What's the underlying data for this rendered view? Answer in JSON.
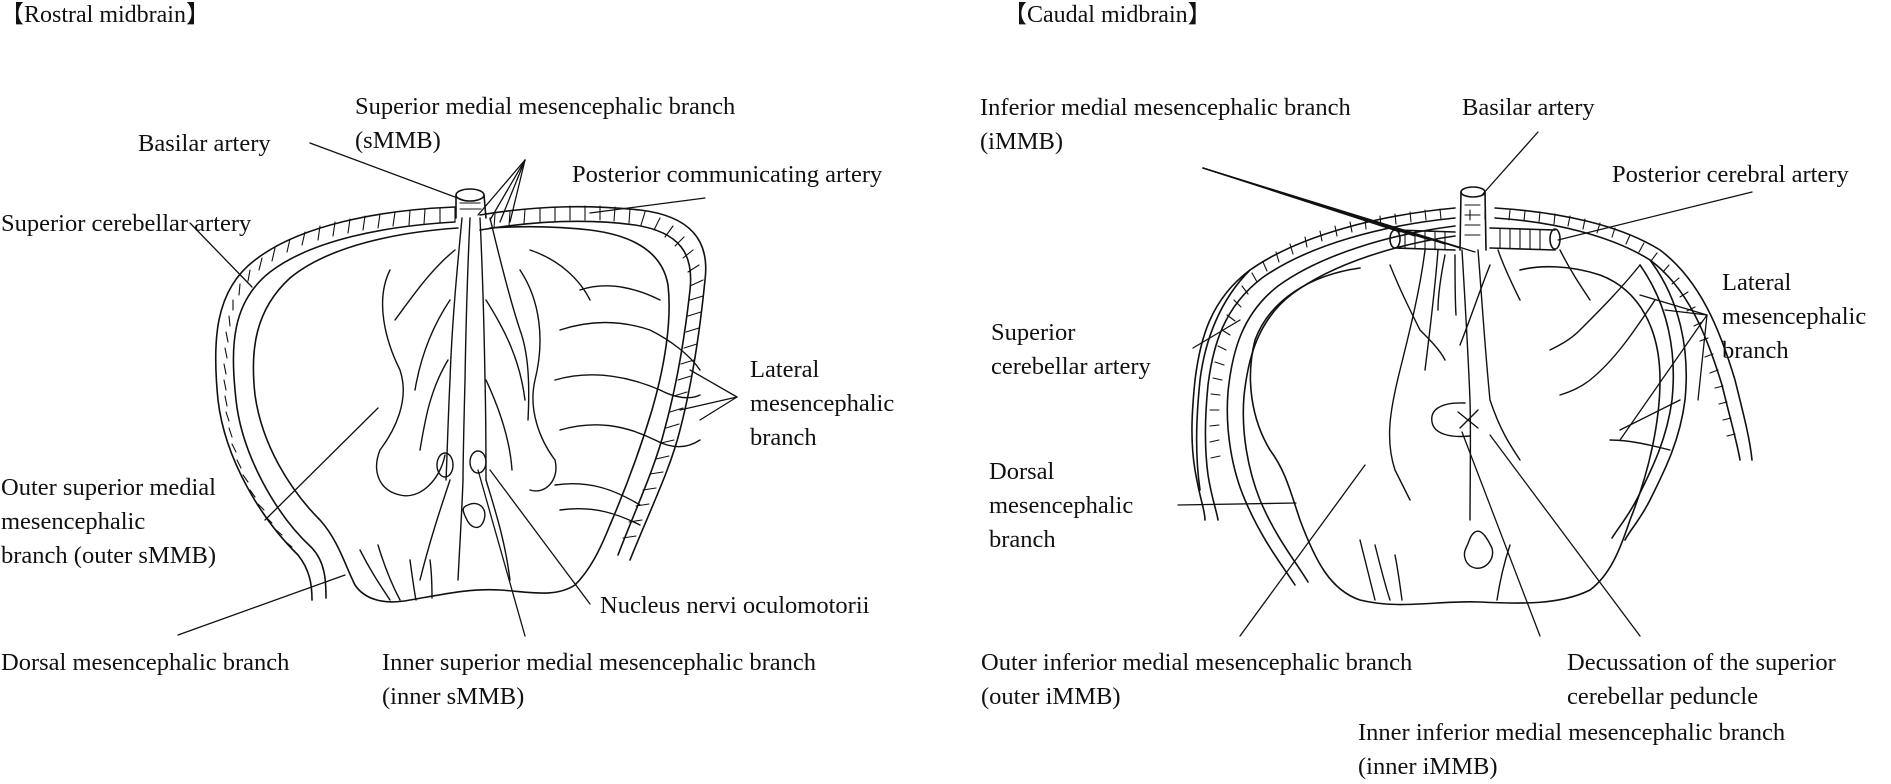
{
  "panels": [
    {
      "title": "【Rostral midbrain】",
      "labels": {
        "smmb": "Superior medial mesencephalic branch\n(sMMB)",
        "basilar": "Basilar artery",
        "pcomm": "Posterior communicating artery",
        "sca": "Superior cerebellar artery",
        "lateral": "Lateral\nmesencephalic\nbranch",
        "outer_smmb": "Outer superior medial\nmesencephalic\nbranch (outer sMMB)",
        "nucleus": "Nucleus nervi oculomotorii",
        "dorsal": "Dorsal mesencephalic branch",
        "inner_smmb": "Inner superior medial mesencephalic branch\n(inner sMMB)"
      }
    },
    {
      "title": "【Caudal midbrain】",
      "labels": {
        "immb": "Inferior medial mesencephalic branch\n(iMMB)",
        "basilar": "Basilar artery",
        "pca": "Posterior cerebral artery",
        "sca": "Superior\ncerebellar artery",
        "lateral": "Lateral\nmesencephalic\nbranch",
        "dorsal": "Dorsal\nmesencephalic\nbranch",
        "outer_immb": "Outer inferior medial mesencephalic branch\n(outer iMMB)",
        "decussation": "Decussation of the superior\ncerebellar peduncle",
        "inner_immb": "Inner inferior medial mesencephalic branch\n(inner iMMB)"
      }
    }
  ]
}
